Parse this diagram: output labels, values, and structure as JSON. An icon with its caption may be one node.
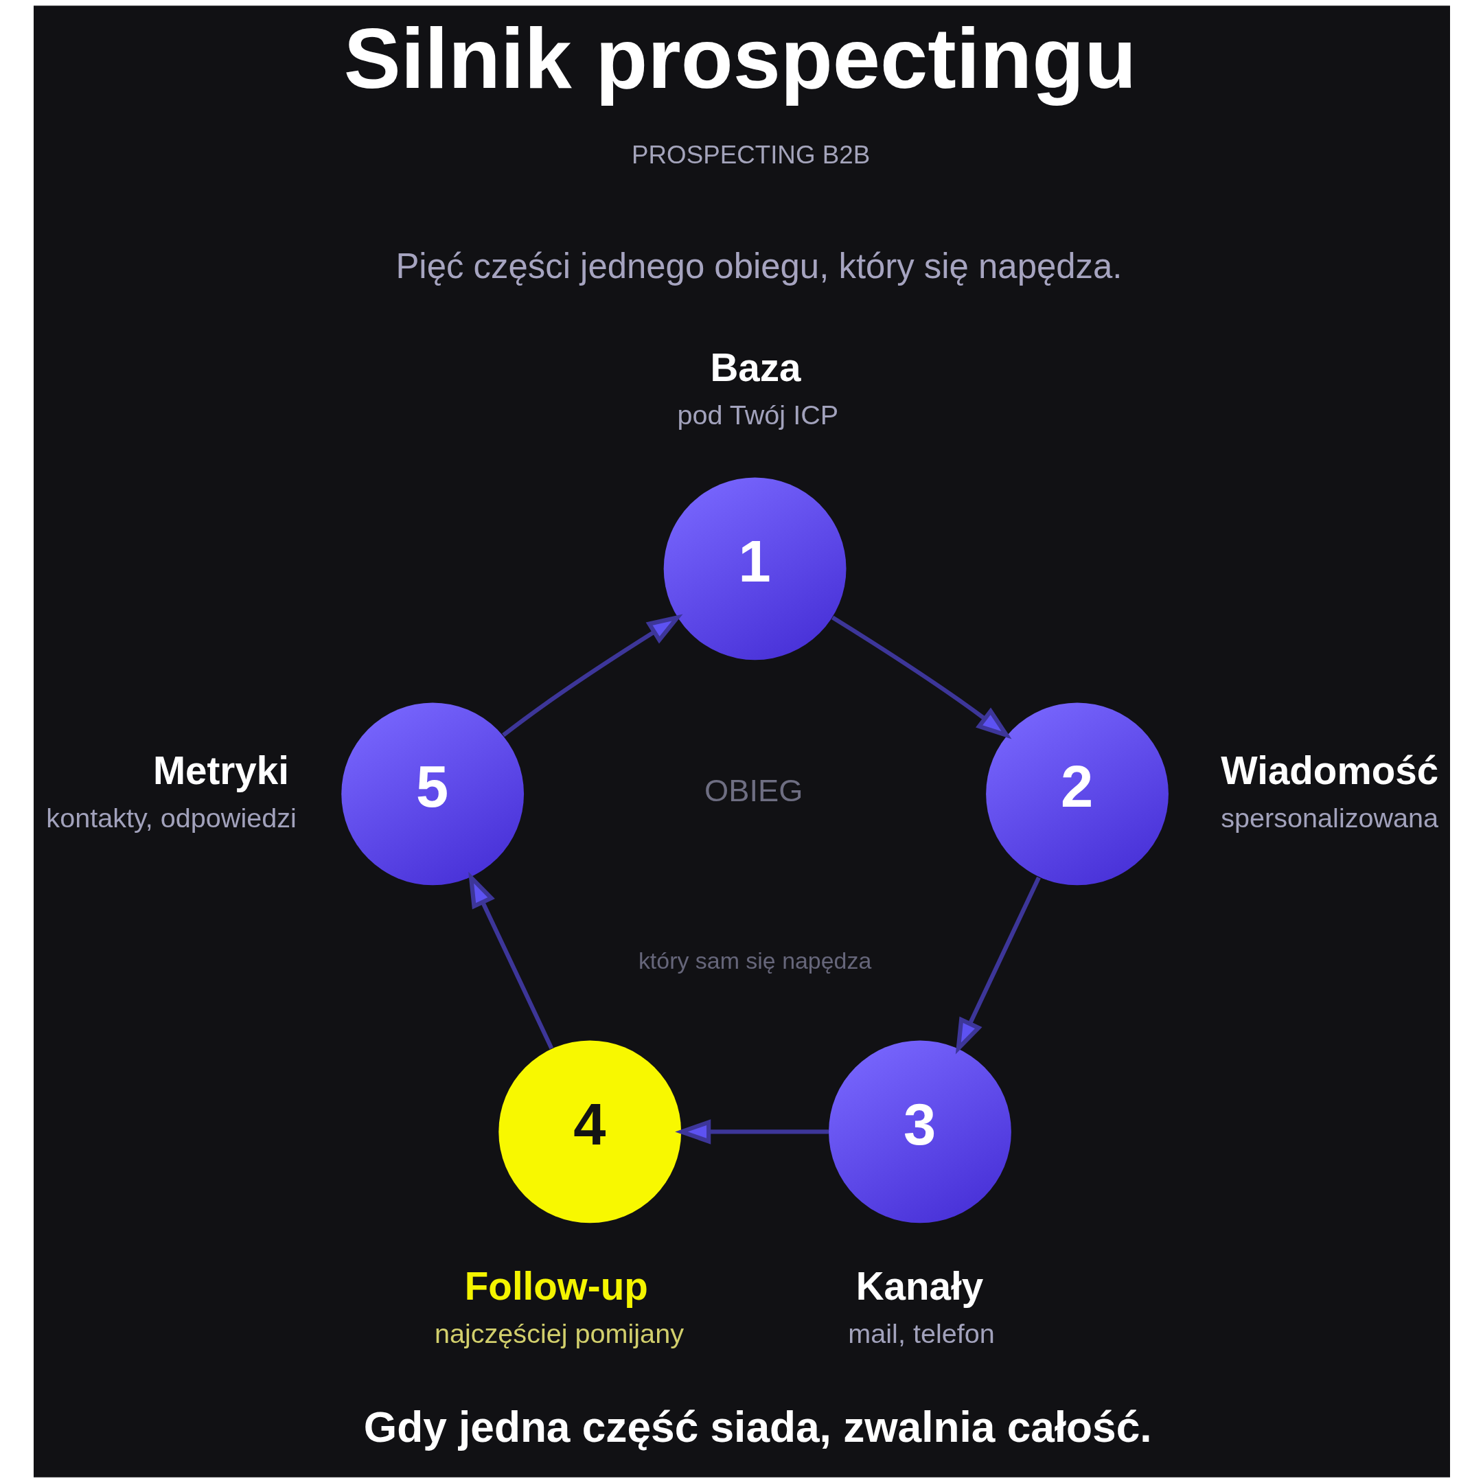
{
  "diagram": {
    "title": "Silnik prospectingu",
    "caption": "Gdy jedna część siada, zwalnia całość.",
    "nodes": [
      {
        "text": [
          "1"
        ],
        "beside": [
          "Baza",
          "pod Twój ICP"
        ]
      },
      {
        "text": [
          "2"
        ],
        "beside": [
          "Wiadomość",
          "spersonalizowana"
        ]
      },
      {
        "text": [
          "3"
        ],
        "beside": [
          "Kanały",
          "mail, telefon"
        ]
      },
      {
        "text": [
          "4"
        ],
        "beside": [
          "Follow-up",
          "najczęściej pomijany"
        ]
      },
      {
        "text": [
          "5"
        ],
        "beside": [
          "Metryki",
          "kontakty, odpowiedzi"
        ]
      }
    ],
    "edges": [
      {
        "from": 0,
        "to": 1,
        "arrow": "to"
      },
      {
        "from": 1,
        "to": 2,
        "arrow": "to"
      },
      {
        "from": 2,
        "to": 3,
        "arrow": "to"
      },
      {
        "from": 3,
        "to": 4,
        "arrow": "to"
      },
      {
        "from": 4,
        "to": 0,
        "arrow": "to"
      }
    ],
    "labels": [
      "PROSPECTING B2B",
      "Pięć części jednego obiegu, który się napędza.",
      "OBIEG",
      "który sam się napędza"
    ]
  }
}
